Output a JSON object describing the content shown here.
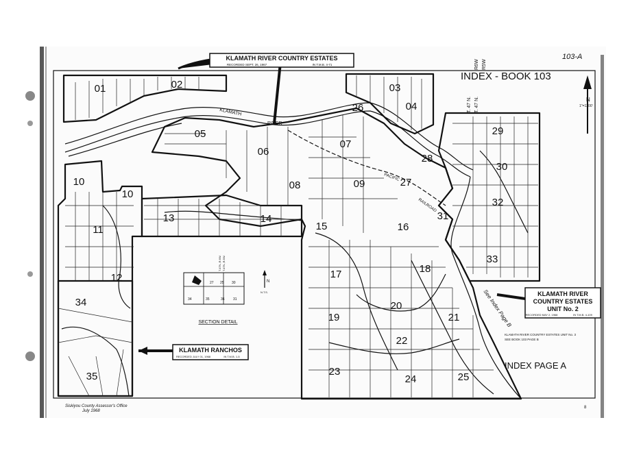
{
  "page_number": "103-A",
  "index_title": "INDEX - BOOK 103",
  "index_page": "INDEX PAGE A",
  "scale": "1\"=1200'",
  "township_labels": [
    "T. 47 N.",
    "T. 47 N.",
    "R6W",
    "R5W"
  ],
  "top_banner": {
    "title": "KLAMATH RIVER COUNTRY ESTATES",
    "sub": "RECORDED SEPT. 26, 1967",
    "ref": "IN T.M.B. 4-71"
  },
  "unit2_banner": {
    "line1": "KLAMATH RIVER",
    "line2": "COUNTRY ESTATES",
    "line3": "UNIT No. 2",
    "sub": "RECORDED MAY 2, 1968",
    "ref": "IN T.M.B. 4-109"
  },
  "unit3_note": {
    "line1": "KLAMATH RIVER COUNTRY ESTATES UNIT No. 3",
    "line2": "SEE BOOK 103 PAGE B"
  },
  "ranchos_banner": {
    "title": "KLAMATH RANCHOS",
    "sub": "RECORDED JULY 01, 1968",
    "ref": "IN T.M.B. 1-5"
  },
  "river_labels": [
    "KLAMATH",
    "RIVER"
  ],
  "railroad_label": "PACIFIC",
  "railroad_label2": "RAILROAD",
  "see_index": "See Index Page B",
  "section_detail": {
    "title": "SECTION DETAIL",
    "sections": [
      "27",
      "25",
      "30",
      "34",
      "35",
      "36",
      "31"
    ],
    "range_labels": [
      "T.47N.,R.6W.",
      "T.47N.,R.5W."
    ],
    "north": "N",
    "scale": "N.T.S."
  },
  "footer": {
    "office": "Siskiyou County Assessor's Office",
    "date": "July 1968"
  },
  "sheet_mark": "8",
  "block_numbers": [
    "01",
    "02",
    "03",
    "04",
    "05",
    "06",
    "07",
    "08",
    "09",
    "10",
    "10",
    "11",
    "12",
    "13",
    "14",
    "15",
    "16",
    "17",
    "18",
    "19",
    "20",
    "21",
    "22",
    "23",
    "24",
    "25",
    "26",
    "27",
    "28",
    "29",
    "30",
    "31",
    "32",
    "33",
    "34",
    "35"
  ]
}
